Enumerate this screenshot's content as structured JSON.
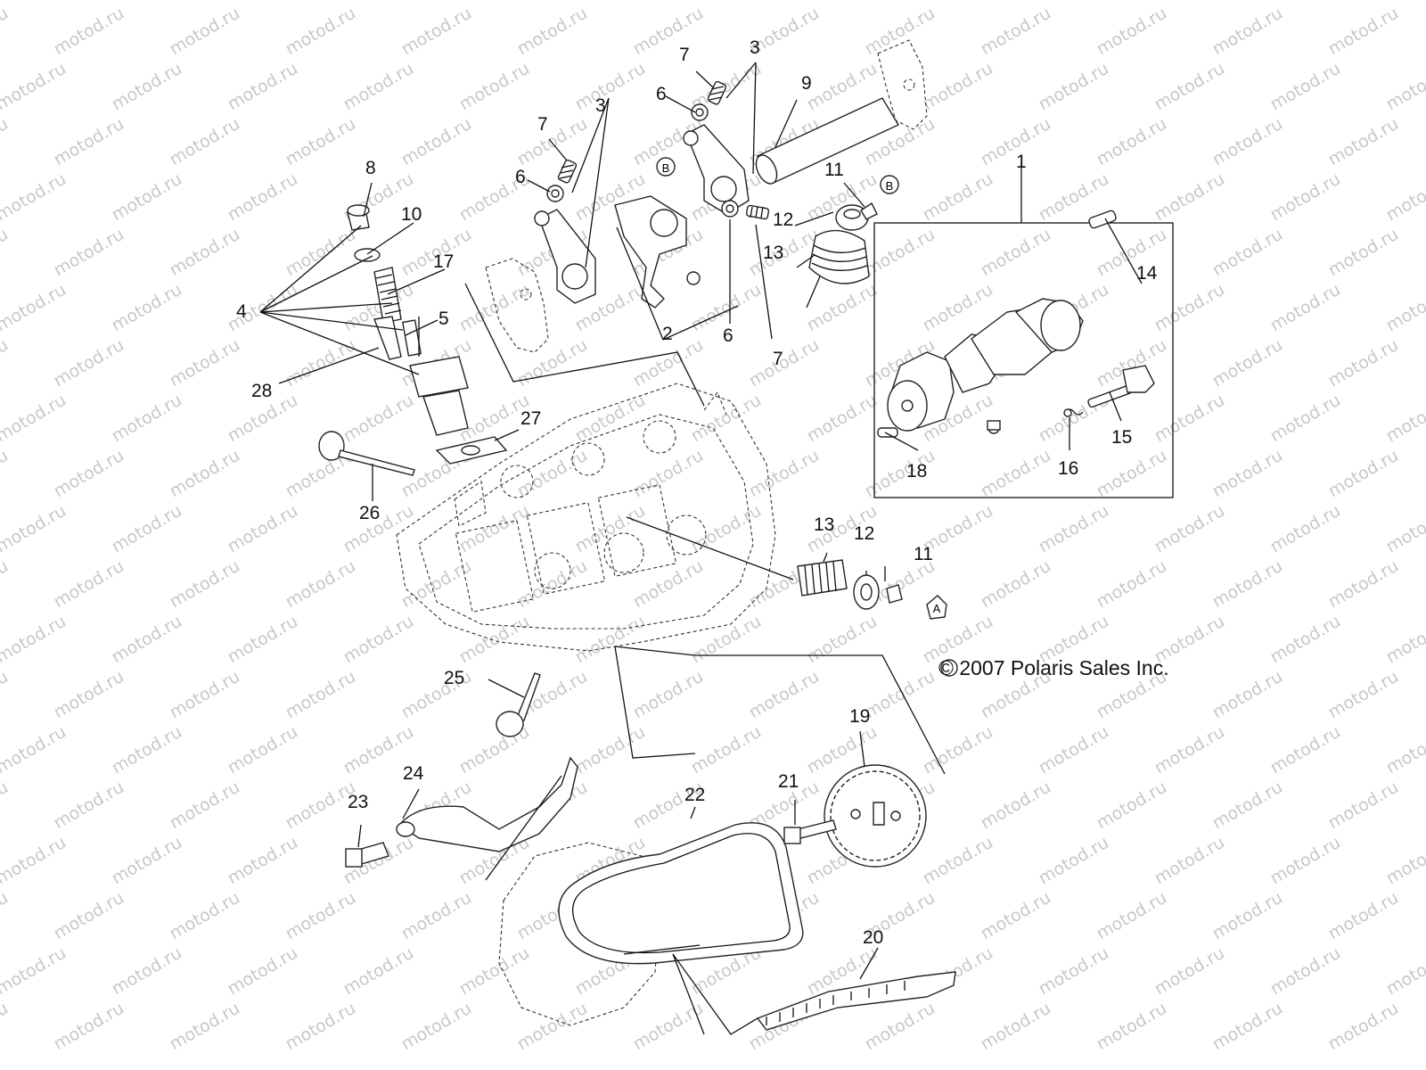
{
  "watermark": {
    "text": "motod.ru",
    "color": "#c8c8c8"
  },
  "copyright": "© 2007 Polaris Sales Inc.",
  "callouts": [
    {
      "id": "c1",
      "label": "1"
    },
    {
      "id": "c2",
      "label": "2"
    },
    {
      "id": "c3a",
      "label": "3"
    },
    {
      "id": "c3b",
      "label": "3"
    },
    {
      "id": "c4",
      "label": "4"
    },
    {
      "id": "c5",
      "label": "5"
    },
    {
      "id": "c6a",
      "label": "6"
    },
    {
      "id": "c6b",
      "label": "6"
    },
    {
      "id": "c6c",
      "label": "6"
    },
    {
      "id": "c7a",
      "label": "7"
    },
    {
      "id": "c7b",
      "label": "7"
    },
    {
      "id": "c7c",
      "label": "7"
    },
    {
      "id": "c8",
      "label": "8"
    },
    {
      "id": "c9",
      "label": "9"
    },
    {
      "id": "c10",
      "label": "10"
    },
    {
      "id": "c11a",
      "label": "11"
    },
    {
      "id": "c11b",
      "label": "11"
    },
    {
      "id": "c12a",
      "label": "12"
    },
    {
      "id": "c12b",
      "label": "12"
    },
    {
      "id": "c13a",
      "label": "13"
    },
    {
      "id": "c13b",
      "label": "13"
    },
    {
      "id": "c14",
      "label": "14"
    },
    {
      "id": "c15",
      "label": "15"
    },
    {
      "id": "c16",
      "label": "16"
    },
    {
      "id": "c17",
      "label": "17"
    },
    {
      "id": "c18",
      "label": "18"
    },
    {
      "id": "c19",
      "label": "19"
    },
    {
      "id": "c20",
      "label": "20"
    },
    {
      "id": "c21",
      "label": "21"
    },
    {
      "id": "c22",
      "label": "22"
    },
    {
      "id": "c23",
      "label": "23"
    },
    {
      "id": "c24",
      "label": "24"
    },
    {
      "id": "c25",
      "label": "25"
    },
    {
      "id": "c26",
      "label": "26"
    },
    {
      "id": "c27",
      "label": "27"
    },
    {
      "id": "c28",
      "label": "28"
    }
  ],
  "markers": [
    {
      "id": "mB1",
      "label": "B"
    },
    {
      "id": "mB2",
      "label": "B"
    },
    {
      "id": "mA",
      "label": "A"
    }
  ]
}
